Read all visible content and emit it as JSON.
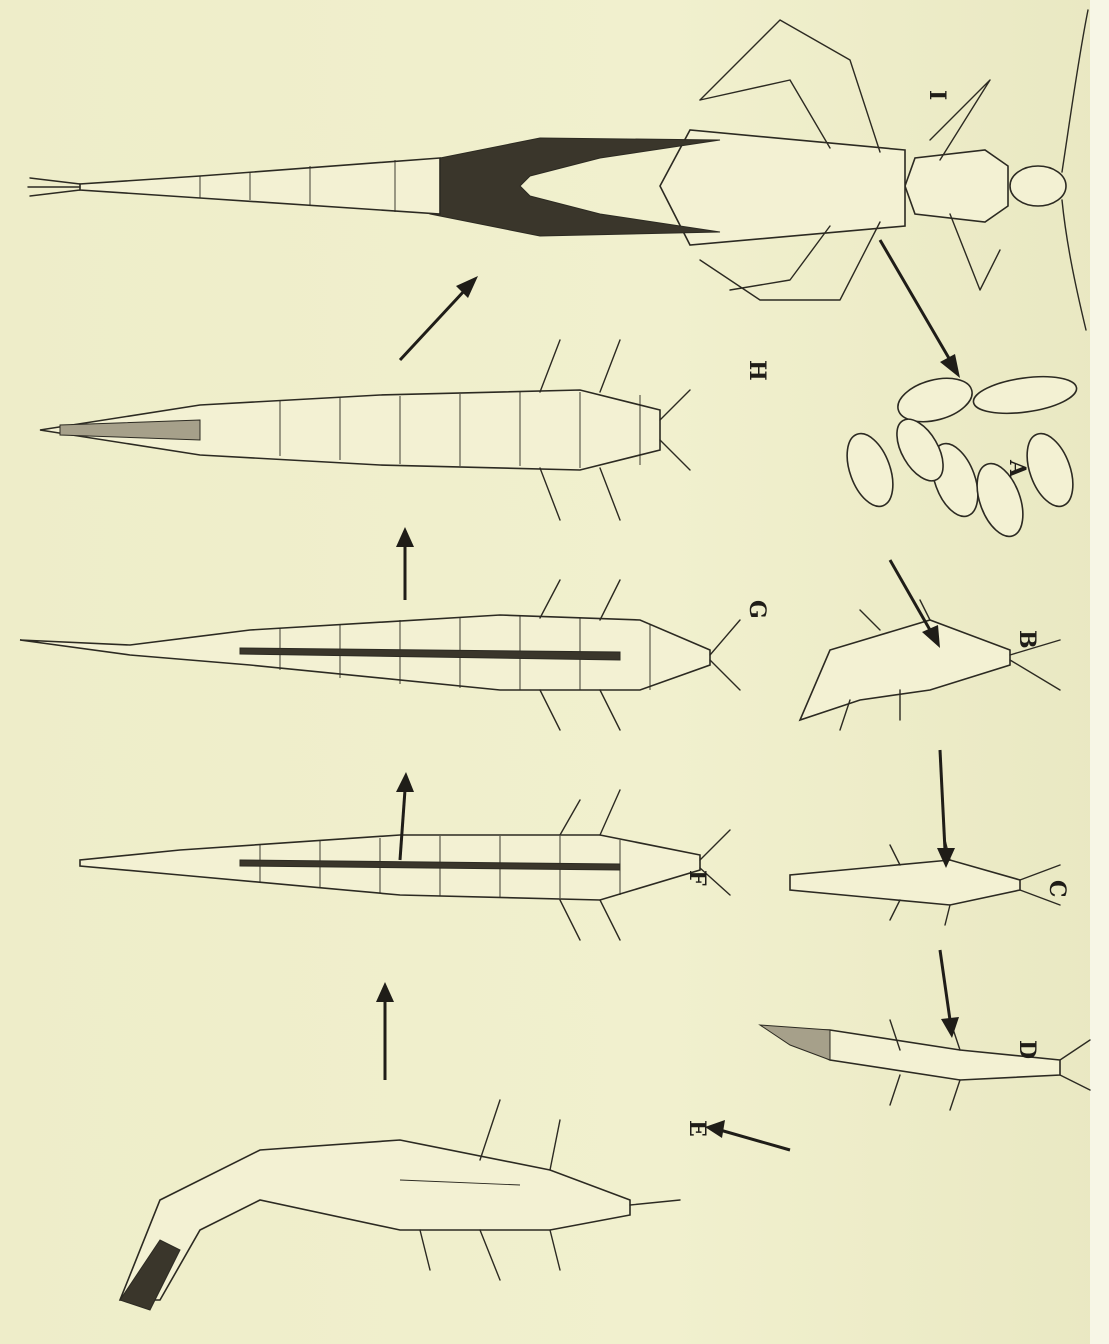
{
  "figure": {
    "stage_labels": [
      "A",
      "B",
      "C",
      "D",
      "E",
      "F",
      "G",
      "H",
      "I"
    ],
    "background": "#efeecb",
    "ink": "#2c2a22"
  }
}
